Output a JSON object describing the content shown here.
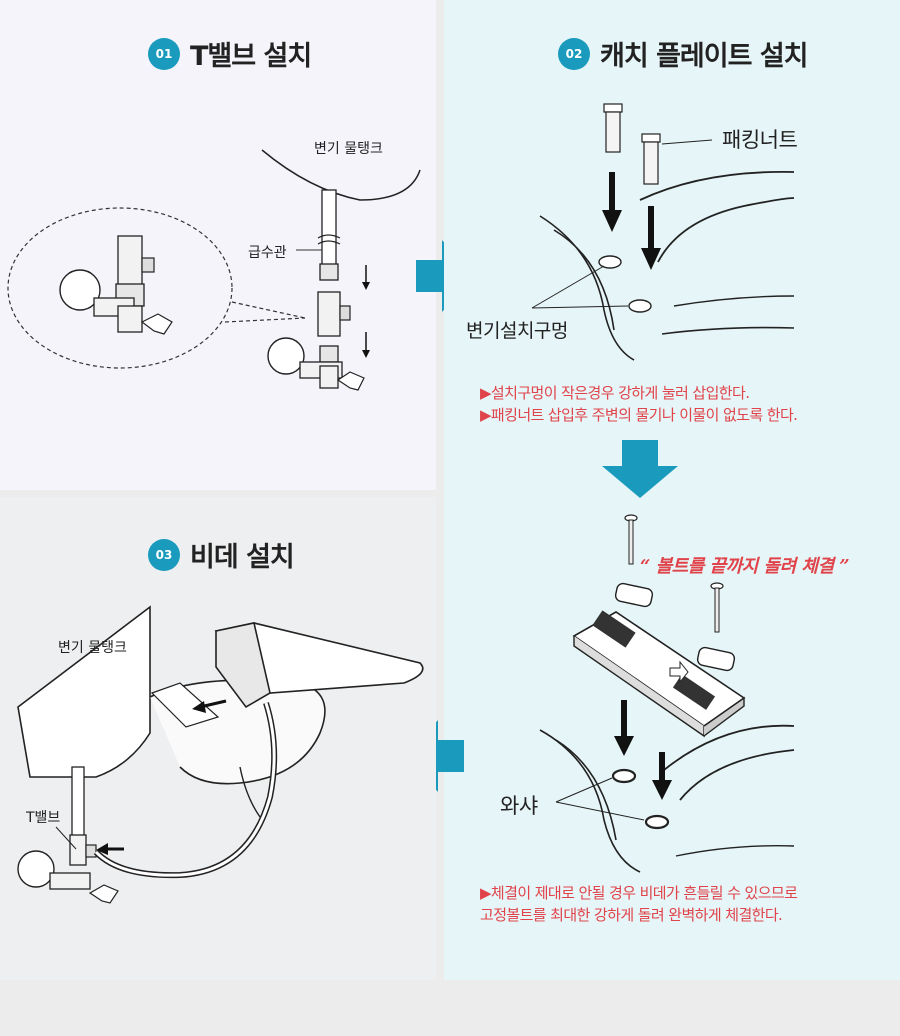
{
  "step1": {
    "number": "01",
    "title": "T밸브 설치",
    "labels": {
      "tank": "변기 물탱크",
      "supply_pipe": "급수관"
    }
  },
  "step2": {
    "number": "02",
    "title": "캐치 플레이트 설치",
    "labels": {
      "packing_nut": "패킹너트",
      "install_hole": "변기설치구멍",
      "washer": "와샤"
    },
    "notes": [
      "▶설치구멍이 작은경우 강하게 눌러 삽입한다.",
      "▶패킹너트 삽입후 주변의 물기나 이물이 없도록 한다."
    ],
    "quote": "“ 볼트를 끝까지 돌려  체결 ”",
    "notes2": [
      "▶체결이 제대로 안될 경우 비데가 흔들릴 수 있으므로",
      "고정볼트를 최대한 강하게 돌려 완벽하게 체결한다."
    ]
  },
  "step3": {
    "number": "03",
    "title": "비데 설치",
    "labels": {
      "tank": "변기 물탱크",
      "tvalve": "T밸브"
    }
  },
  "colors": {
    "accent": "#1a9bbd",
    "note_red": "#e0434a",
    "arrow": "#1a9bbd"
  }
}
